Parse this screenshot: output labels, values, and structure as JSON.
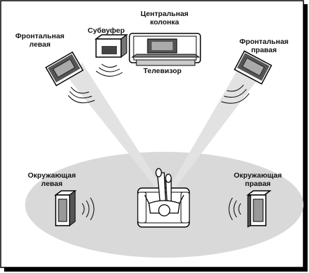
{
  "labels": {
    "front_left": [
      "Фронтальная",
      "левая"
    ],
    "subwoofer": "Субвуфер",
    "center": [
      "Центральная",
      "колонка"
    ],
    "tv": "Телевизор",
    "front_right": [
      "Фронтальная",
      "правая"
    ],
    "surround_left": [
      "Окружающая",
      "левая"
    ],
    "surround_right": [
      "Окружающая",
      "правая"
    ]
  },
  "colors": {
    "floor": "#d9d9d9",
    "cone": "#e2e2e2",
    "speaker_dark": "#4a4a4a",
    "speaker_mid": "#9a9a9a",
    "outline": "#000000"
  }
}
